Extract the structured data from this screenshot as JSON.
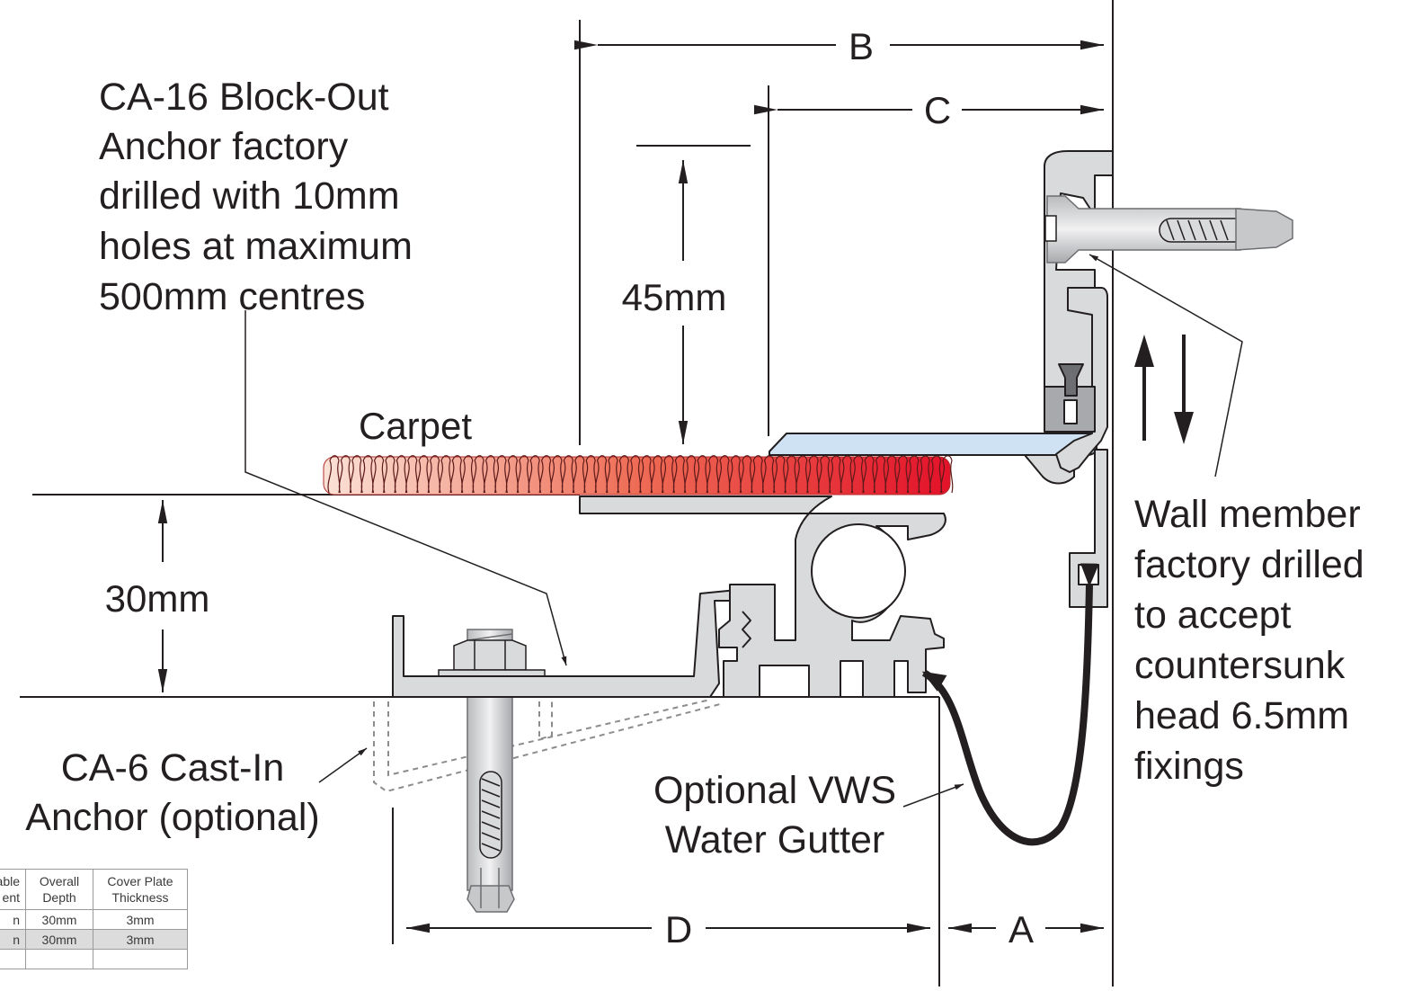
{
  "labels": {
    "block_out_anchor": [
      "CA-16 Block-Out",
      "Anchor factory",
      "drilled with 10mm",
      "holes at maximum",
      "500mm centres"
    ],
    "carpet": "Carpet",
    "depth": "30mm",
    "height": "45mm",
    "cast_in_anchor": [
      "CA-6 Cast-In",
      "Anchor (optional)"
    ],
    "gutter": [
      "Optional VWS",
      "Water Gutter"
    ],
    "wall_member": [
      "Wall member",
      "factory drilled",
      "to accept",
      "countersunk",
      "head 6.5mm",
      "fixings"
    ]
  },
  "dimensions": {
    "a": "A",
    "b": "B",
    "c": "C",
    "d": "D"
  },
  "table": {
    "headers": [
      "able\nent",
      "Overall\nDepth",
      "Cover Plate\nThickness"
    ],
    "rows": [
      [
        "n",
        "30mm",
        "3mm"
      ],
      [
        "n",
        "30mm",
        "3mm"
      ],
      [
        "",
        "",
        ""
      ]
    ]
  },
  "colors": {
    "aluminium": "#d9dadb",
    "aluminium_dark": "#a7a9ac",
    "cover_plate": "#cfe2f3",
    "carpet_light": "#f8d2c2",
    "carpet_dark": "#e3122a",
    "line": "#231f20"
  }
}
